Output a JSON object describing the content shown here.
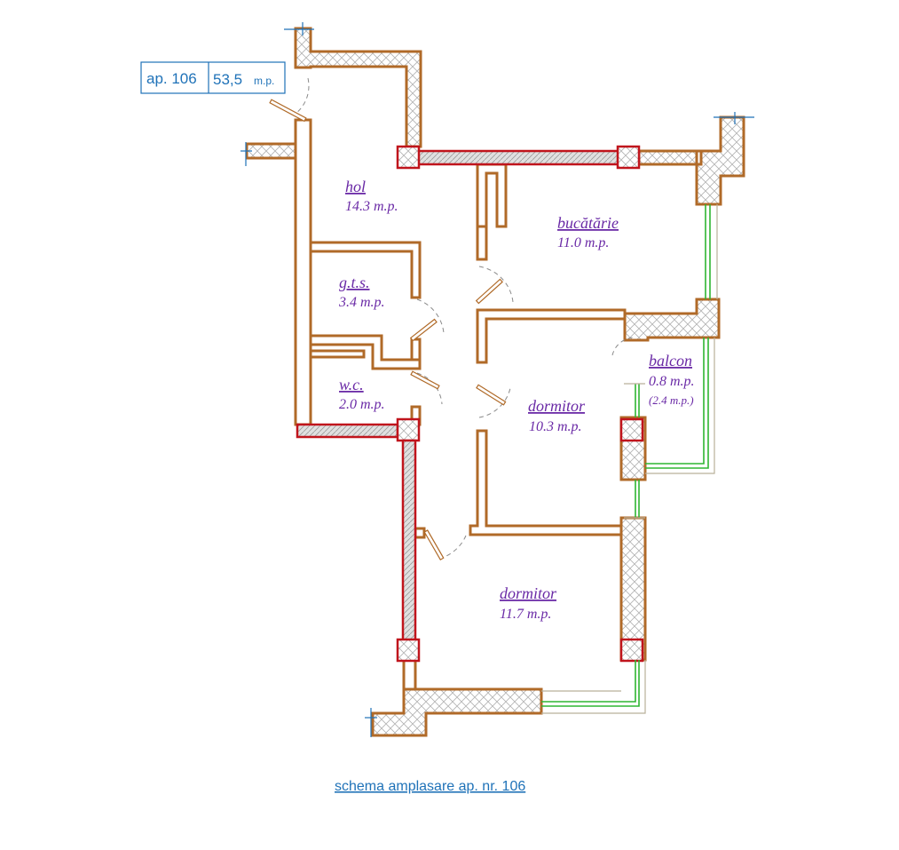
{
  "label": {
    "apartment": "ap. 106",
    "area": "53,5",
    "area_unit": "m.p."
  },
  "rooms": [
    {
      "name": "hol",
      "area": "14.3 m.p."
    },
    {
      "name": "bucătărie",
      "area": "11.0 m.p."
    },
    {
      "name": "g.t.s.",
      "area": "3.4 m.p."
    },
    {
      "name": "w.c.",
      "area": "2.0 m.p."
    },
    {
      "name": "balcon",
      "area": "0.8 m.p.",
      "area_extra": "(2.4 m.p.)"
    },
    {
      "name": "dormitor",
      "area": "10.3 m.p."
    },
    {
      "name": "dormitor",
      "area": "11.7 m.p."
    }
  ],
  "caption": "schema amplasare ap. nr. 106",
  "colors": {
    "wall": "#b06a28",
    "column": "#c0141c",
    "window": "#2fb532",
    "text_room": "#6a2aa6",
    "text_label": "#1f72b8"
  }
}
